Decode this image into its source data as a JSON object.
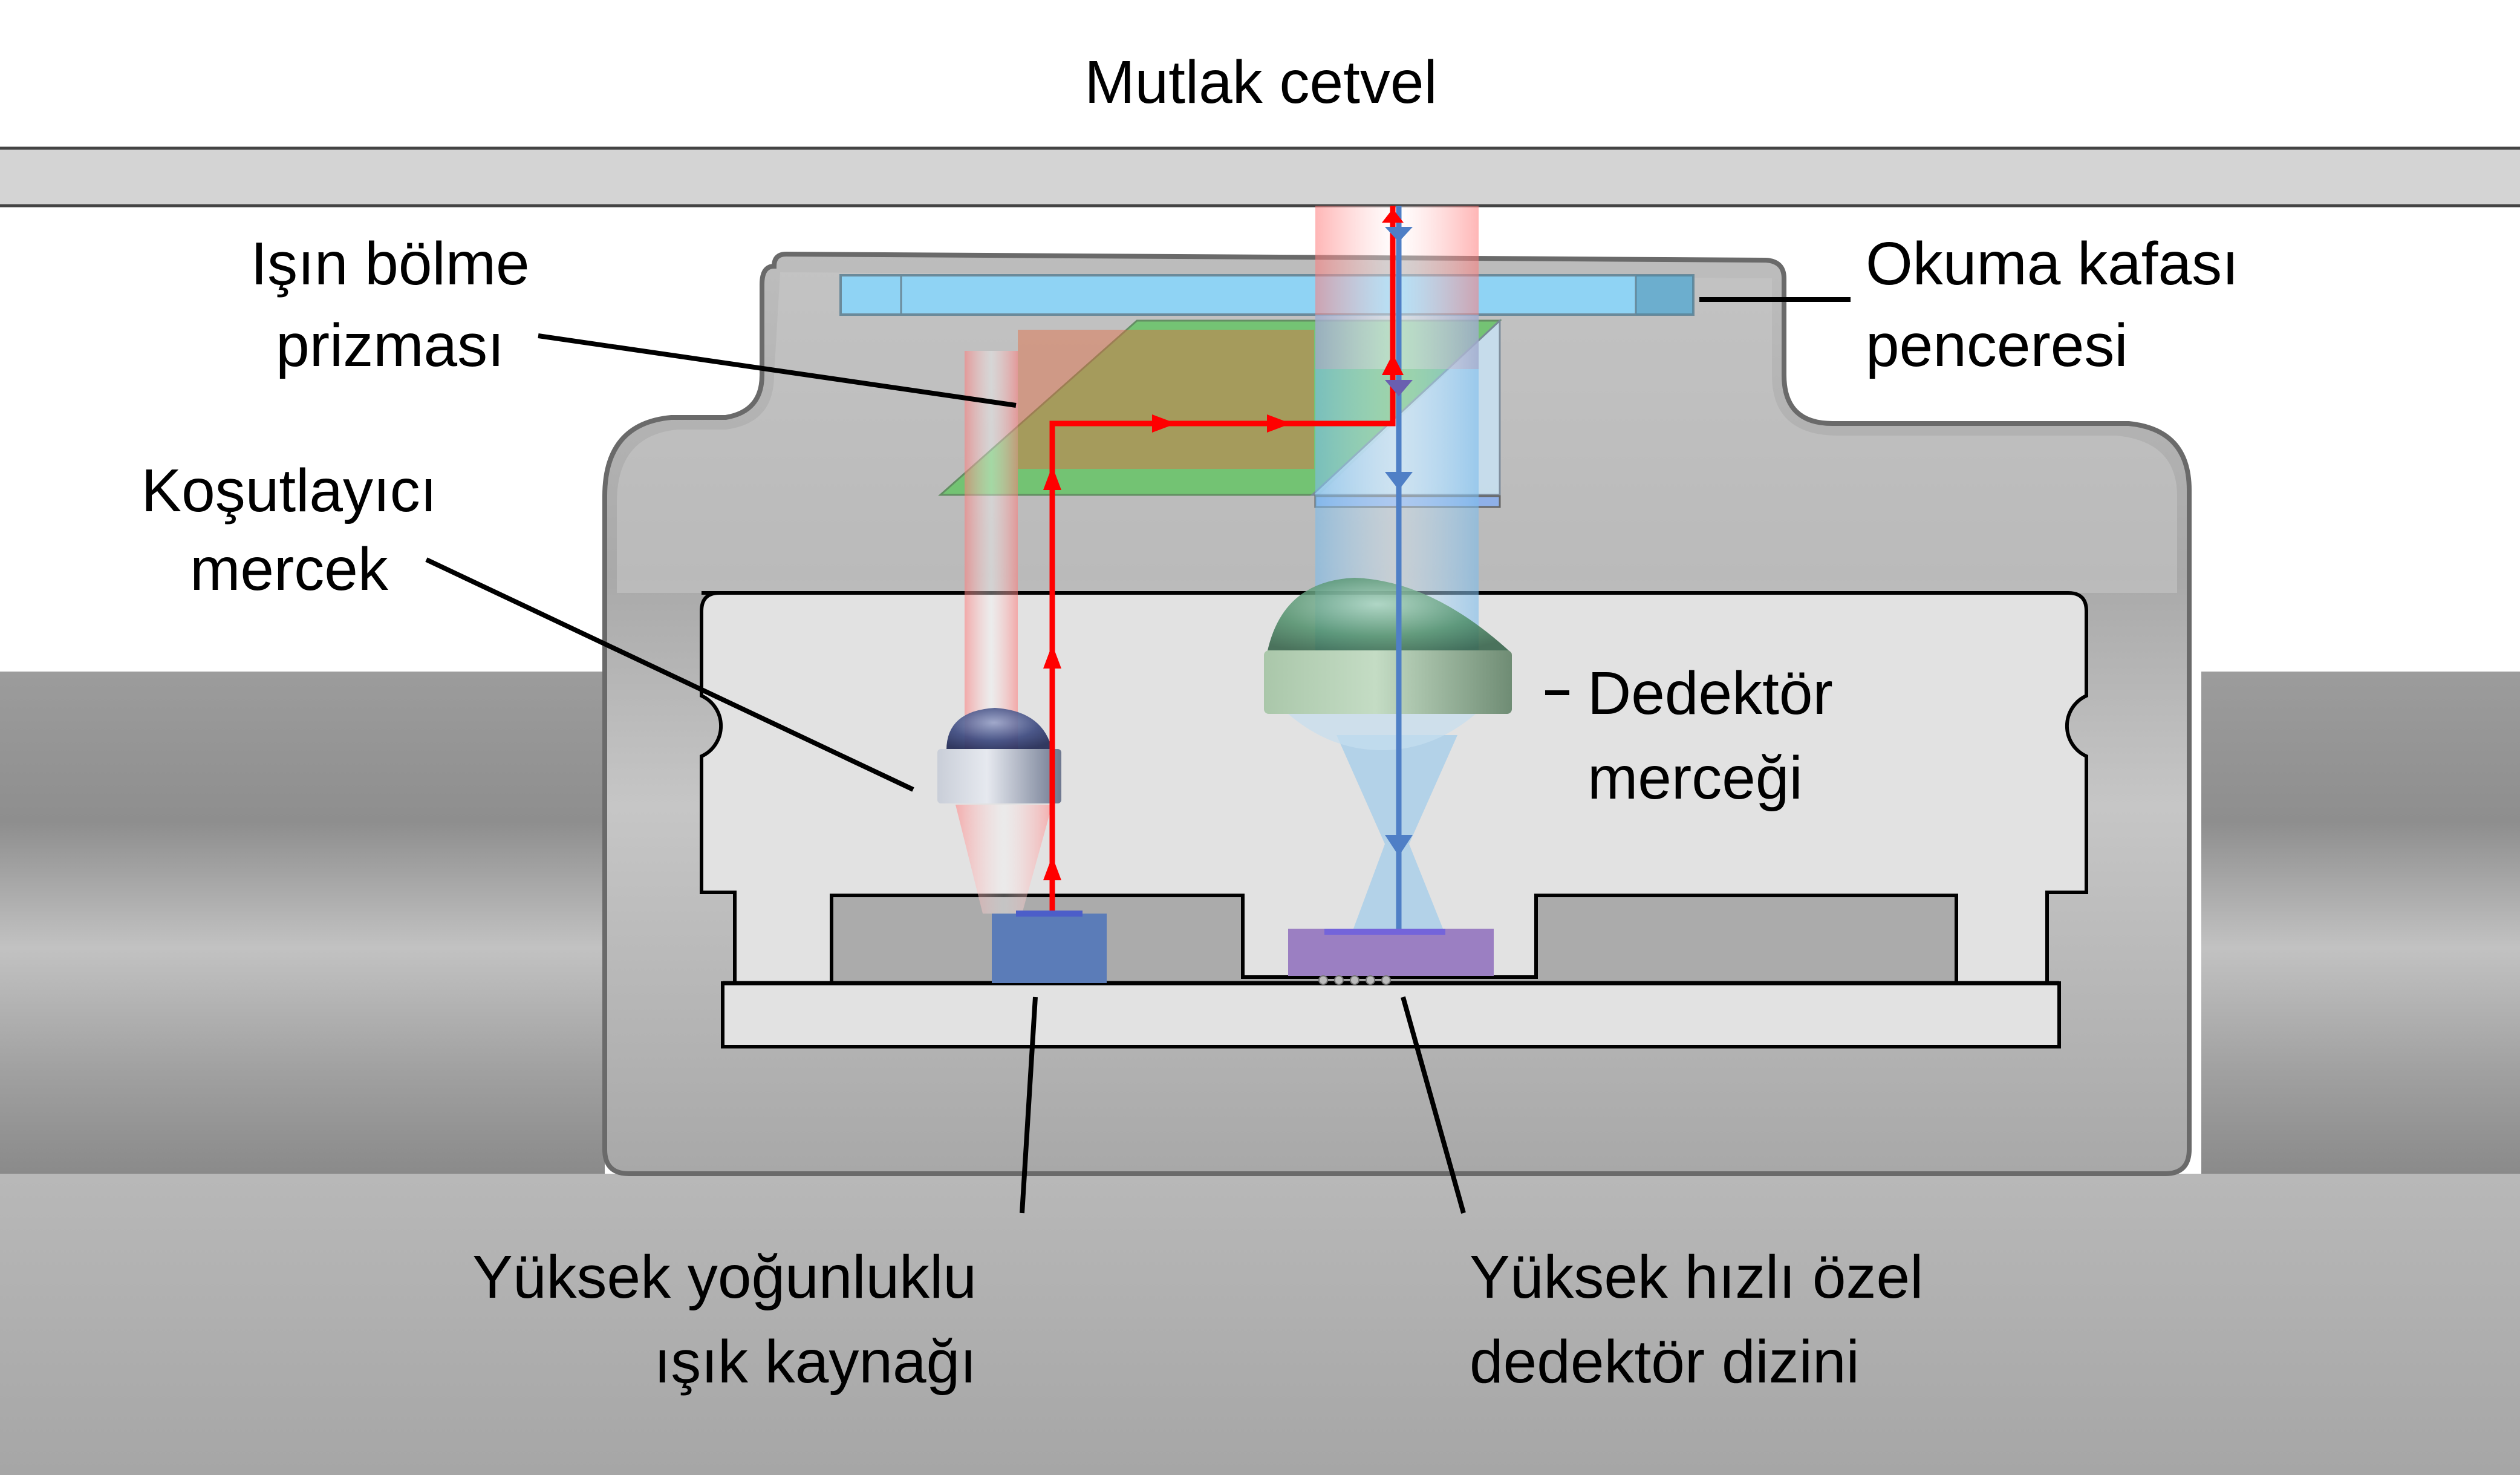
{
  "diagram": {
    "title": "Mutlak cetvel",
    "labels": {
      "beam_splitter": [
        "Işın bölme",
        "prizması"
      ],
      "read_head_window": [
        "Okuma kafası",
        "penceresi"
      ],
      "collimator_lens": [
        "Koşutlayıcı",
        "mercek"
      ],
      "detector_lens": [
        "Dedektör",
        "merceği"
      ],
      "light_source": [
        "Yüksek yoğunluklu",
        "ışık kaynağı"
      ],
      "detector_array": [
        "Yüksek hızlı özel",
        "dedektör dizini"
      ]
    },
    "components": [
      {
        "id": "absolute-scale",
        "name": "Mutlak cetvel",
        "color": "#d4d4d4"
      },
      {
        "id": "read-head-window",
        "name": "Okuma kafası penceresi",
        "color": "#8fd3f4"
      },
      {
        "id": "beam-splitter-prism",
        "name": "Işın bölme prizması",
        "color": "#6cc46c"
      },
      {
        "id": "collimator-lens",
        "name": "Koşutlayıcı mercek",
        "color": "#c9d0dc"
      },
      {
        "id": "detector-lens",
        "name": "Dedektör merceği",
        "color": "#b5cfb5"
      },
      {
        "id": "light-source",
        "name": "Yüksek yoğunluklu ışık kaynağı",
        "color": "#5b7cb8"
      },
      {
        "id": "detector-array",
        "name": "Yüksek hızlı özel dedektör dizini",
        "color": "#9b7fc2"
      }
    ],
    "beams": {
      "emitted_color": "#ff0000",
      "reflected_color": "#4f7fc6"
    }
  }
}
